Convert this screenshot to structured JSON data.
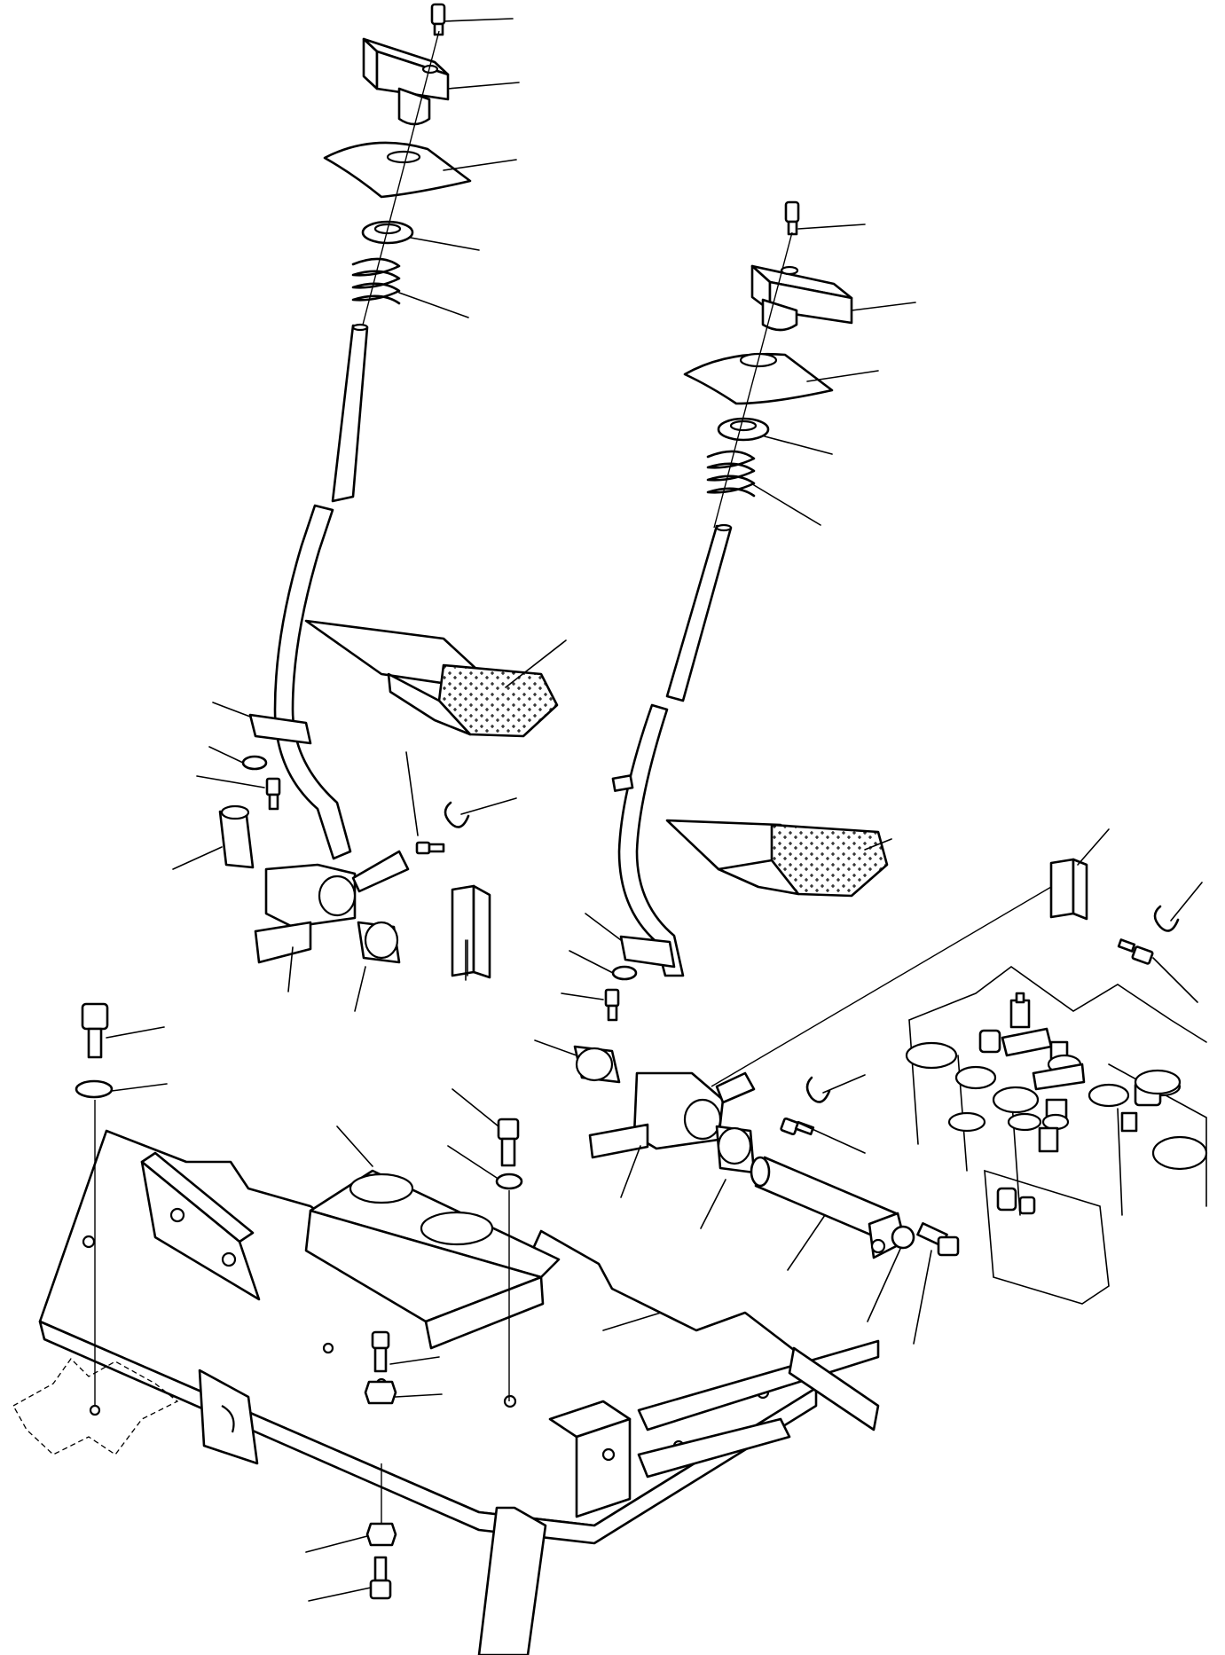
{
  "figure": {
    "type": "exploded parts diagram",
    "style": "black line art on white",
    "text_labels": []
  },
  "colors": {
    "ink": "#000000",
    "paper": "#ffffff"
  },
  "assemblies": [
    {
      "name": "left-control-lever-assembly",
      "parts": [
        "cap-screw",
        "knob",
        "boot-cover",
        "bushing",
        "spring",
        "lever-rod",
        "pedal",
        "block",
        "washer",
        "bolt",
        "sleeve",
        "bushing-lower",
        "clevis",
        "pin",
        "clip"
      ]
    },
    {
      "name": "right-control-lever-assembly",
      "parts": [
        "cap-screw",
        "knob",
        "boot-cover",
        "bushing",
        "spring",
        "lever-rod",
        "pedal",
        "block",
        "washer",
        "bolt",
        "sleeve",
        "bushing-lower",
        "clevis",
        "pin",
        "clip",
        "shaft",
        "washer",
        "bolt"
      ]
    },
    {
      "name": "mounting-frame-assembly",
      "parts": [
        "frame",
        "console-cover",
        "bracket-left",
        "bracket-right",
        "bolts",
        "washers",
        "nuts",
        "leg"
      ]
    },
    {
      "name": "valve-block-detail",
      "parts": [
        "valve-body",
        "spool-caps"
      ]
    }
  ]
}
